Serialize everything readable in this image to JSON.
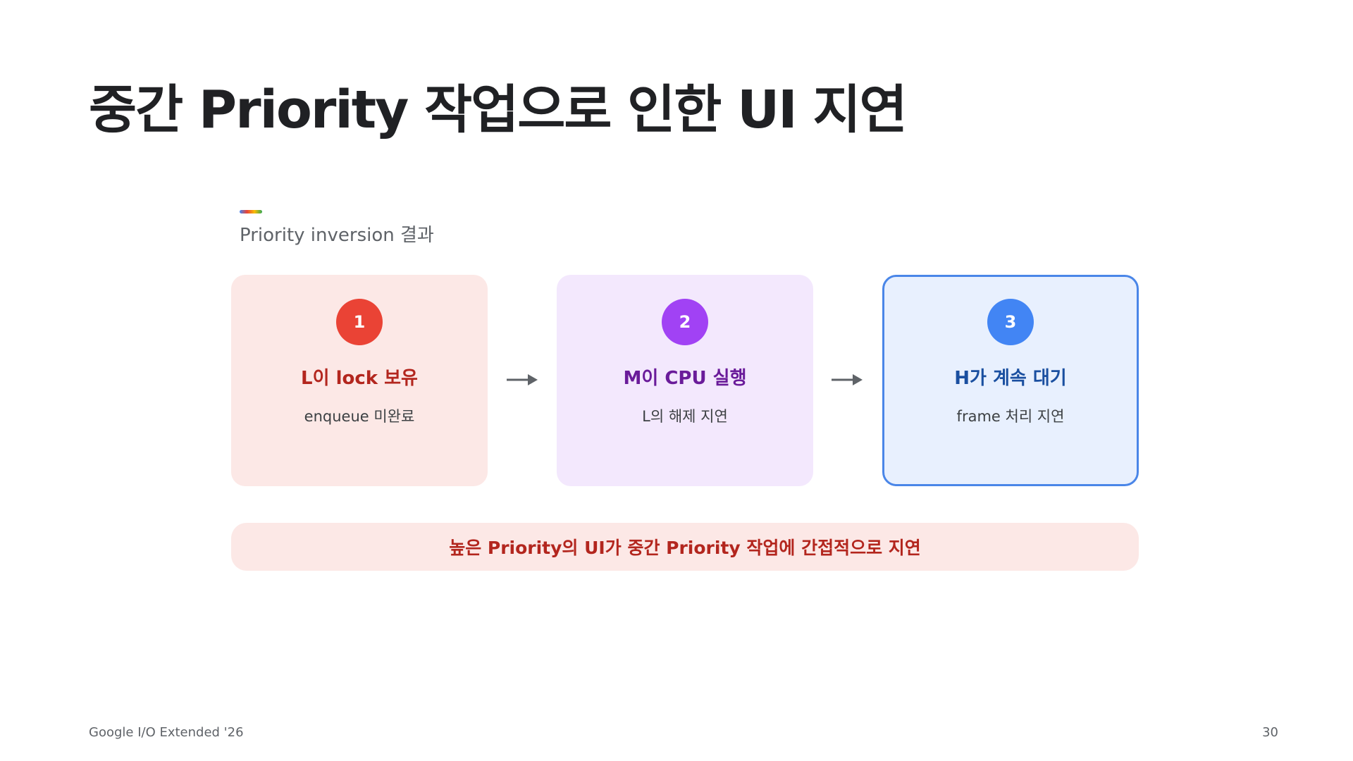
{
  "slide": {
    "title": "중간 Priority 작업으로 인한 UI 지연",
    "section_label": "Priority inversion 결과",
    "steps": [
      {
        "number": "1",
        "heading": "L이 lock 보유",
        "subtext": "enqueue 미완료",
        "color": "#ea4335"
      },
      {
        "number": "2",
        "heading": "M이 CPU 실행",
        "subtext": "L의 해제 지연",
        "color": "#a142f4"
      },
      {
        "number": "3",
        "heading": "H가 계속 대기",
        "subtext": "frame 처리 지연",
        "color": "#4285f4"
      }
    ],
    "arrow_icon": "arrow-right-icon",
    "callout": "높은 Priority의 UI가 중간 Priority 작업에 간접적으로 지연",
    "footer": {
      "event": "Google I/O Extended '26",
      "page_number": "30"
    }
  },
  "colors": {
    "title": "#202124",
    "callout_text": "#b3261e",
    "callout_bg": "#fce8e6",
    "card_1_bg": "#fce8e6",
    "card_2_bg": "#f3e8fd",
    "card_3_bg": "#e8f0fe",
    "card_3_border": "#4a86e8"
  }
}
